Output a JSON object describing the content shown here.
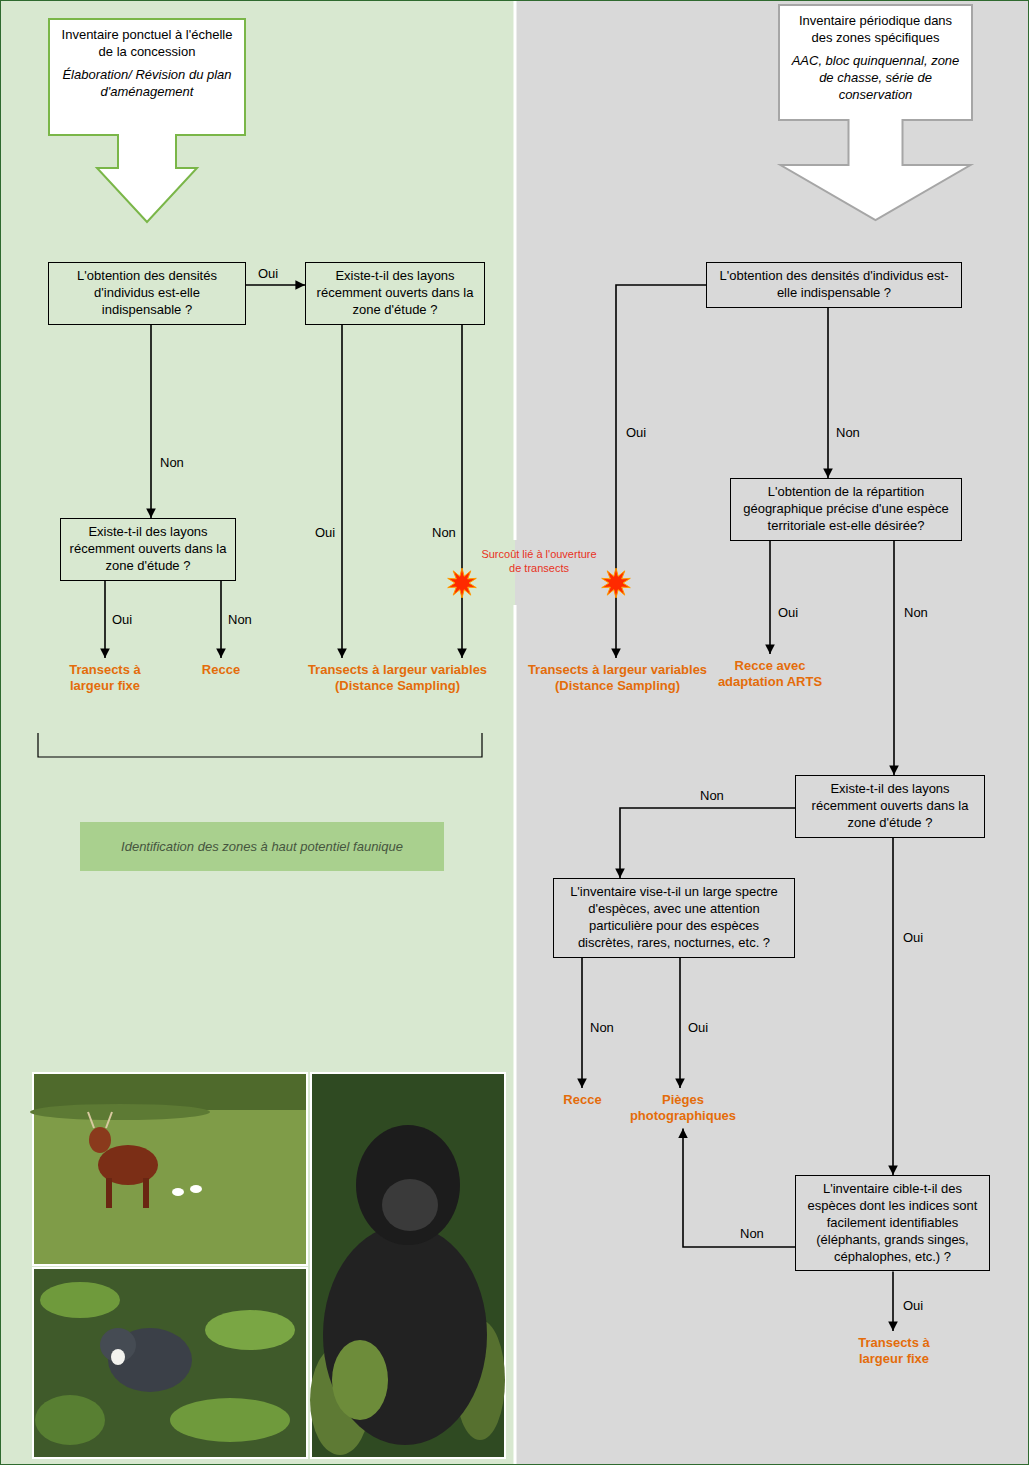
{
  "diagram": {
    "nodes": [
      {
        "text": [
          "Inventaire ponctuel à l'échelle de la concession",
          "Élaboration/ Révision du plan d'aménagement"
        ]
      },
      {
        "text": [
          "L'obtention des densités d'individus est-elle indispensable ?"
        ]
      },
      {
        "text": [
          "Existe-t-il des layons récemment ouverts dans la zone d'étude ?"
        ]
      },
      {
        "text": [
          "Existe-t-il des layons récemment ouverts dans la zone d'étude ?"
        ]
      },
      {
        "text": [
          "Transects à largeur fixe"
        ]
      },
      {
        "text": [
          "Recce"
        ]
      },
      {
        "text": [
          "Transects à largeur variables (Distance Sampling)"
        ]
      },
      {
        "text": [
          "Identification des zones à haut potentiel faunique"
        ]
      },
      {
        "text": [
          "Inventaire périodique dans des zones spécifiques",
          "AAC, bloc quinquennal, zone de chasse, série de conservation"
        ]
      },
      {
        "text": [
          "L'obtention des densités d'individus est-elle indispensable ?"
        ]
      },
      {
        "text": [
          "Transects à largeur variables (Distance Sampling)"
        ]
      },
      {
        "text": [
          "L'obtention de la répartition géographique précise d'une espèce territoriale est-elle désirée?"
        ]
      },
      {
        "text": [
          "Recce avec adaptation ARTS"
        ]
      },
      {
        "text": [
          "Existe-t-il des layons récemment ouverts dans la zone d'étude ?"
        ]
      },
      {
        "text": [
          "L'inventaire vise-t-il un large spectre d'espèces, avec une attention particulière pour des espèces discrètes, rares, nocturnes, etc. ?"
        ]
      },
      {
        "text": [
          "Recce"
        ]
      },
      {
        "text": [
          "Pièges photographiques"
        ]
      },
      {
        "text": [
          "L'inventaire cible-t-il des espèces dont les indices sont facilement identifiables (éléphants, grands singes, céphalophes, etc.) ?"
        ]
      },
      {
        "text": [
          "Transects à largeur fixe"
        ]
      }
    ],
    "edges": [
      {
        "from": 1,
        "to": 2,
        "label": "Oui",
        "arrow": "to"
      },
      {
        "from": 1,
        "to": 3,
        "label": "Non",
        "arrow": "to"
      },
      {
        "from": 3,
        "to": 4,
        "label": "Oui",
        "arrow": "to"
      },
      {
        "from": 3,
        "to": 5,
        "label": "Non",
        "arrow": "to"
      },
      {
        "from": 2,
        "to": 6,
        "label": "Oui",
        "arrow": "to"
      },
      {
        "from": 2,
        "to": 6,
        "label": "Non",
        "arrow": "to"
      },
      {
        "from": 9,
        "to": 10,
        "label": "Oui",
        "arrow": "to"
      },
      {
        "from": 9,
        "to": 11,
        "label": "Non",
        "arrow": "to"
      },
      {
        "from": 11,
        "to": 12,
        "label": "Oui",
        "arrow": "to"
      },
      {
        "from": 11,
        "to": 13,
        "label": "Non",
        "arrow": "to"
      },
      {
        "from": 13,
        "to": 14,
        "label": "Non",
        "arrow": "to"
      },
      {
        "from": 13,
        "to": 17,
        "label": "Oui",
        "arrow": "to"
      },
      {
        "from": 14,
        "to": 15,
        "label": "Non",
        "arrow": "to"
      },
      {
        "from": 14,
        "to": 16,
        "label": "Oui",
        "arrow": "to"
      },
      {
        "from": 17,
        "to": 16,
        "label": "Non",
        "arrow": "to"
      },
      {
        "from": 17,
        "to": 18,
        "label": "Oui",
        "arrow": "to"
      }
    ],
    "labels": [
      "Surcoût lié à l'ouverture de transects"
    ]
  }
}
